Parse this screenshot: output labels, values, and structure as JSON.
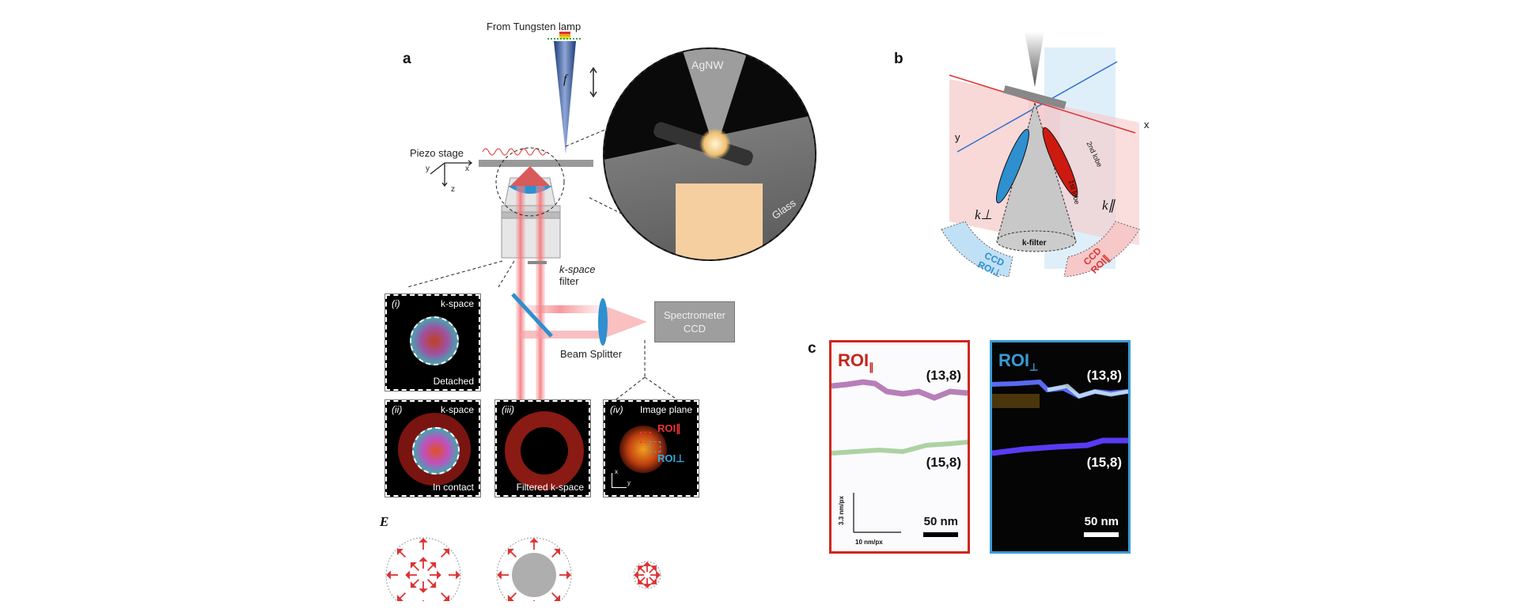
{
  "panels": {
    "a": {
      "letter": "a",
      "lamp_label": "From Tungsten lamp",
      "focus_label": "f",
      "piezo_label": "Piezo stage",
      "axes": {
        "x": "x",
        "y": "y",
        "z": "z"
      },
      "kfilter_label_line1": "k-space",
      "kfilter_label_line2": "filter",
      "beam_splitter_label": "Beam Splitter",
      "spectrometer_line1": "Spectrometer",
      "spectrometer_line2": "CCD",
      "zoom_labels": {
        "tip": "AgNW",
        "substrate": "Glass"
      },
      "insets": [
        {
          "id": "i",
          "index": "(i)",
          "top_label": "k-space",
          "bottom_label": "Detached"
        },
        {
          "id": "ii",
          "index": "(ii)",
          "top_label": "k-space",
          "bottom_label": "In contact"
        },
        {
          "id": "iii",
          "index": "(iii)",
          "top_label": "",
          "bottom_label": "Filtered k-space"
        },
        {
          "id": "iv",
          "index": "(iv)",
          "top_label": "Image plane",
          "bottom_label": "",
          "roi_parallel": "ROI∥",
          "roi_perp": "ROI⊥",
          "axis_x": "x",
          "axis_y": "y"
        }
      ],
      "field_label": "E⃗"
    },
    "b": {
      "letter": "b",
      "axis_x": "x",
      "axis_y": "y",
      "k_perp": "k⊥",
      "k_par": "k∥",
      "lobe1": "1st lobe",
      "lobe2": "2nd lobe",
      "kfilter": "k-filter",
      "ccd_perp_line1": "CCD",
      "ccd_perp_line2": "ROI⊥",
      "ccd_par_line1": "CCD",
      "ccd_par_line2": "ROI∥"
    },
    "c": {
      "letter": "c",
      "roi_parallel": {
        "title": "ROI",
        "subscript": "∥",
        "mode_top": "(13,8)",
        "mode_bottom": "(15,8)",
        "scale_label": "50 nm",
        "y_axis_label": "3.3 nm/px",
        "x_axis_label": "10 nm/px",
        "border_color": "#d0261d"
      },
      "roi_perp": {
        "title": "ROI",
        "subscript": "⊥",
        "mode_top": "(13,8)",
        "mode_bottom": "(15,8)",
        "scale_label": "50 nm",
        "border_color": "#3a9bd5"
      }
    }
  },
  "colors": {
    "red": "#e0403a",
    "blue": "#2f8fcf",
    "beam": "#f5a0a3"
  }
}
